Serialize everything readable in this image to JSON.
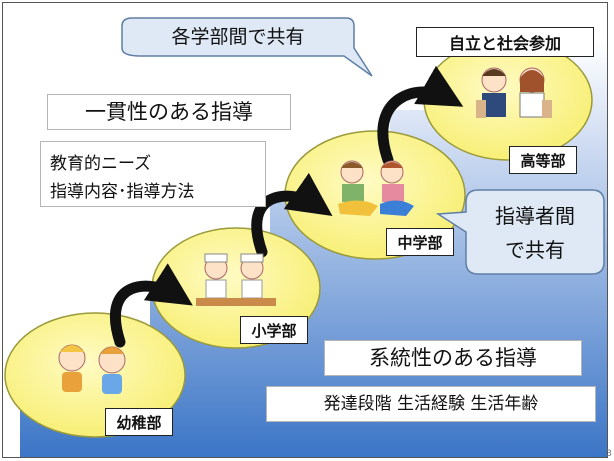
{
  "callouts": {
    "shared_departments": "各学部間で共有",
    "shared_instructors_line1": "指導者間",
    "shared_instructors_line2": "で共有"
  },
  "goal_label": "自立と社会参加",
  "consistency": {
    "title": "一貫性のある指導",
    "line1": "教育的ニーズ",
    "line2": "指導内容･指導方法"
  },
  "systematic": {
    "title": "系統性のある指導",
    "items": "発達段階 生活経験 生活年齢"
  },
  "stages": [
    {
      "label": "幼稚部"
    },
    {
      "label": "小学部"
    },
    {
      "label": "中学部"
    },
    {
      "label": "高等部"
    }
  ],
  "page_number": "3",
  "colors": {
    "stair_top": "#ffffff",
    "stair_bottom": "#3b75c6",
    "stage_fill": "#fbf58b",
    "stage_stroke": "#9a9a3a",
    "callout_fill": "#dfe9f6",
    "callout_stroke": "#5f7fa6",
    "arrow": "#111111"
  }
}
